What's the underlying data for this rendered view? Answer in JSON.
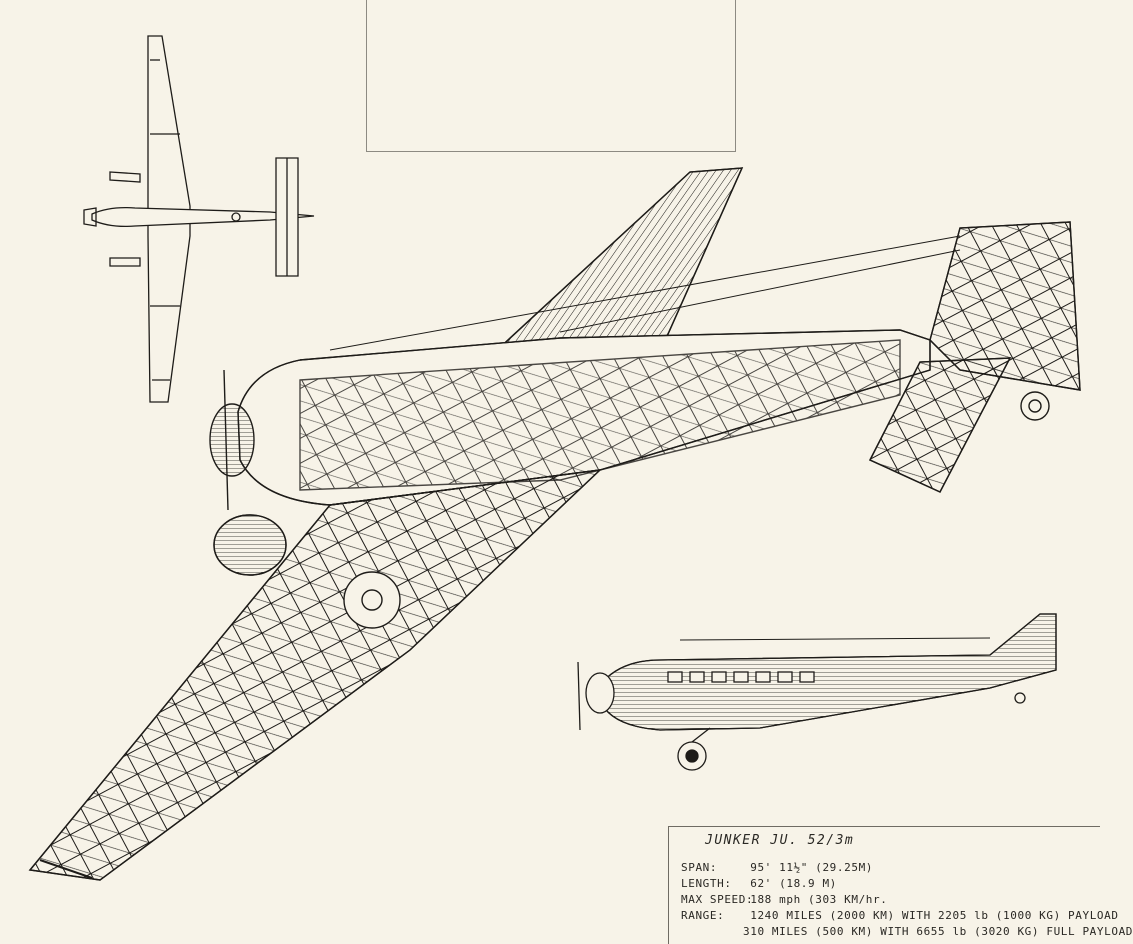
{
  "drawing": {
    "subject": "JUNKER JU. 52/3m",
    "views": [
      "plan-view",
      "cutaway-view",
      "side-elevation"
    ]
  },
  "specs": {
    "title": "JUNKER JU. 52/3m",
    "span_label": "SPAN:",
    "span_value": "95' 11½\" (29.25M)",
    "length_label": "LENGTH:",
    "length_value": "62' (18.9 M)",
    "speed_label": "MAX SPEED:",
    "speed_value": "188 mph (303 KM/hr.",
    "range_label": "RANGE:",
    "range_value_1": "1240 MILES (2000 KM) WITH 2205 lb (1000 KG) PAYLOAD",
    "range_value_2": "310 MILES (500 KM) WITH 6655 lb (3020 KG) FULL PAYLOAD"
  },
  "colors": {
    "paper": "#f7f3e8",
    "ink": "#1e1c19"
  }
}
